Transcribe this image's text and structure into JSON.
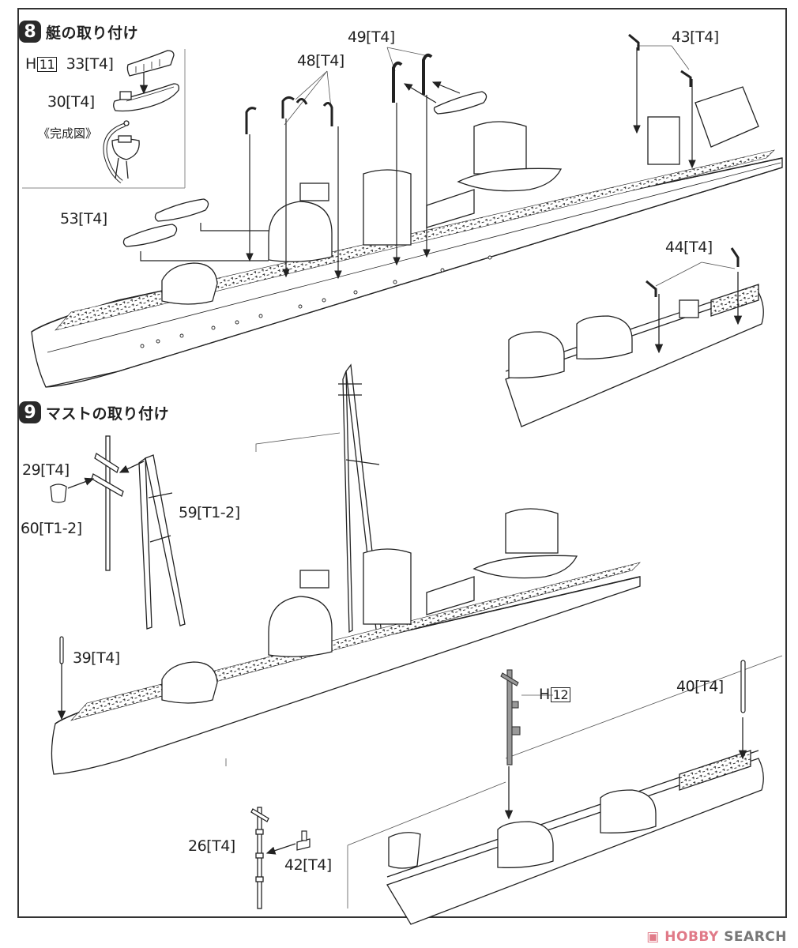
{
  "step8": {
    "number": "8",
    "title": "艇の取り付け",
    "inset": {
      "h_prefix": "H",
      "h_number": "11",
      "part_33": "33[T4]",
      "part_30": "30[T4]",
      "caption": "《完成図》"
    },
    "labels": {
      "part_53": "53[T4]",
      "part_48": "48[T4]",
      "part_49": "49[T4]",
      "part_43": "43[T4]",
      "part_44": "44[T4]"
    }
  },
  "step9": {
    "number": "9",
    "title": "マストの取り付け",
    "labels": {
      "part_29": "29[T4]",
      "part_60": "60[T1-2]",
      "part_59": "59[T1-2]",
      "part_39": "39[T4]",
      "h_prefix": "H",
      "h_number": "12",
      "part_40": "40[T4]",
      "part_26": "26[T4]",
      "part_42": "42[T4]"
    }
  },
  "watermark": {
    "logo_icon": "flame-icon",
    "hobby": "HOBBY",
    "search": "SEARCH"
  }
}
